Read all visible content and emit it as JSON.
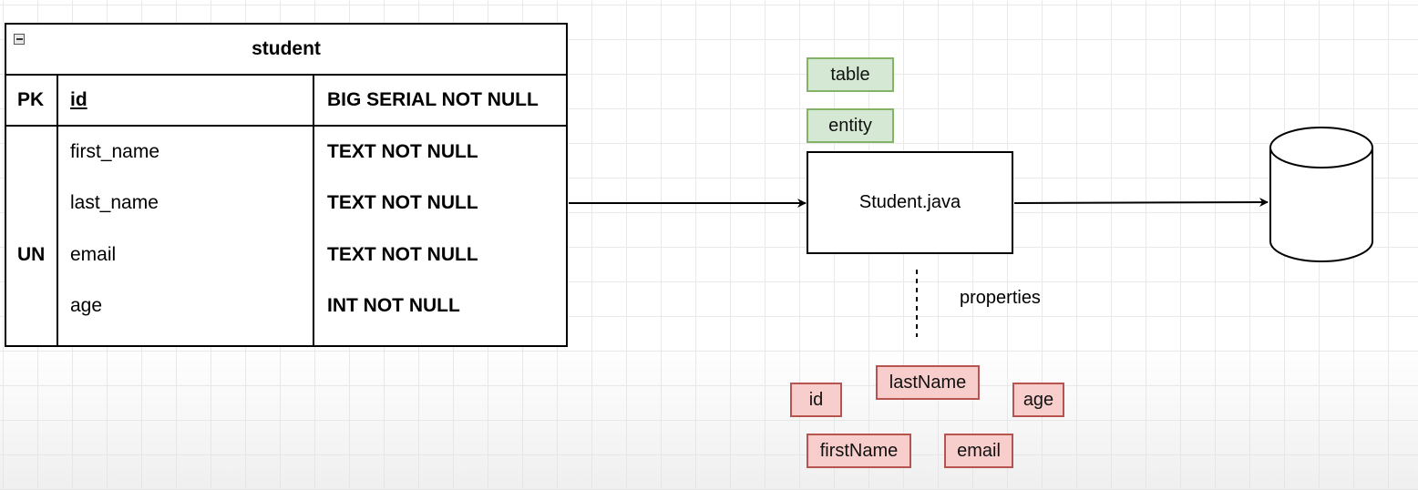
{
  "table": {
    "name": "student",
    "header": {
      "key": "PK",
      "column": "id",
      "type": "BIG SERIAL NOT NULL"
    },
    "rows": [
      {
        "key": "",
        "column": "first_name",
        "type": "TEXT NOT NULL"
      },
      {
        "key": "",
        "column": "last_name",
        "type": "TEXT NOT NULL"
      },
      {
        "key": "UN",
        "column": "email",
        "type": "TEXT NOT NULL"
      },
      {
        "key": "",
        "column": "age",
        "type": "INT NOT NULL"
      }
    ]
  },
  "annotations": {
    "table": "table",
    "entity": "entity"
  },
  "entity_class": "Student.java",
  "properties_label": "properties",
  "properties": [
    "id",
    "lastName",
    "age",
    "firstName",
    "email"
  ],
  "colors": {
    "green_fill": "#d5e8d4",
    "green_stroke": "#82b366",
    "red_fill": "#f8cecc",
    "red_stroke": "#b85450"
  }
}
